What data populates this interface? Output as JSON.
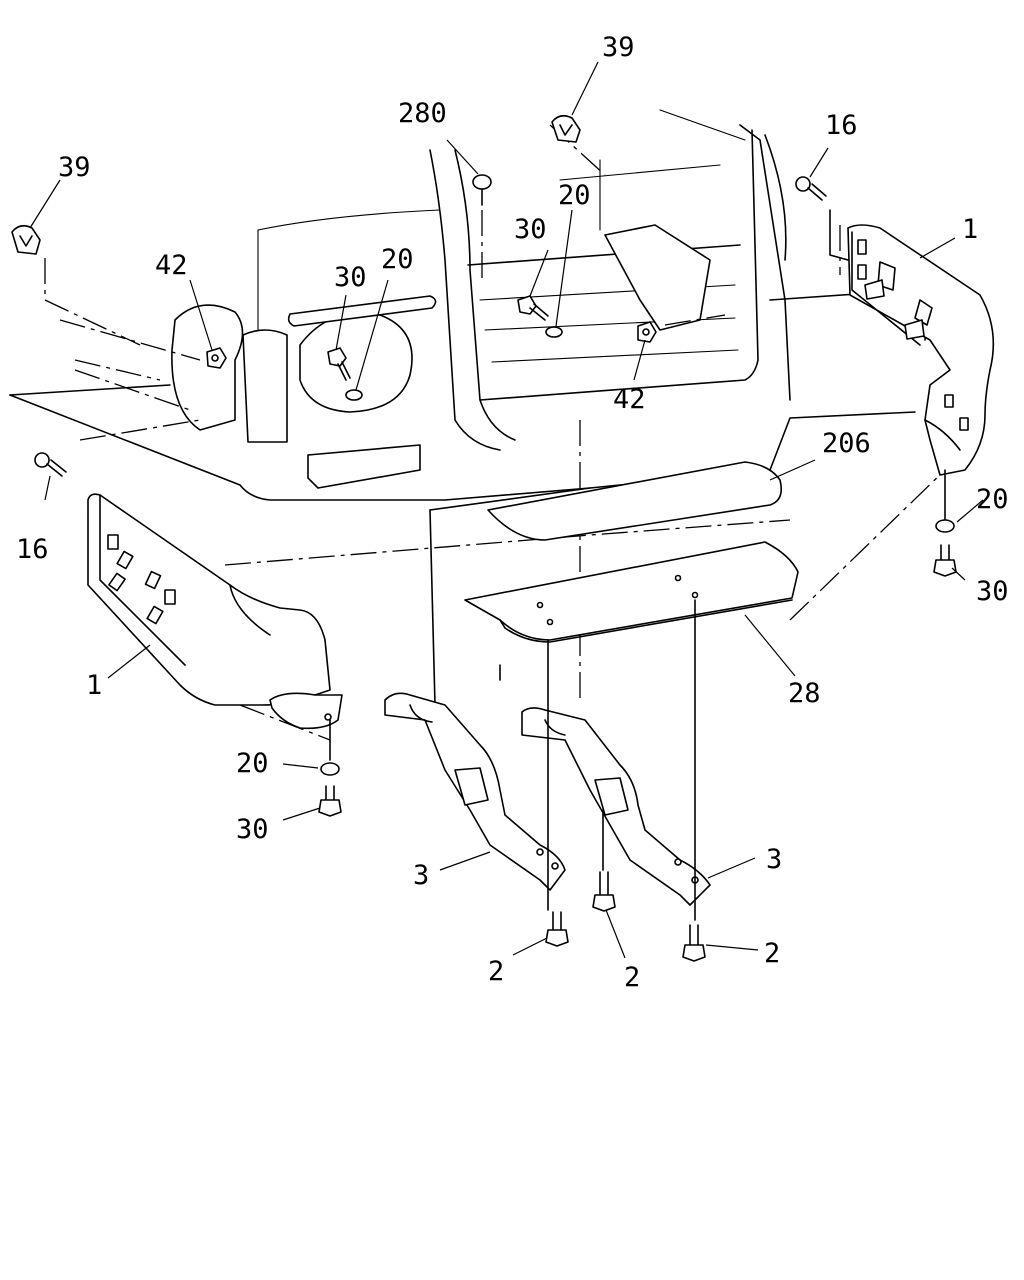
{
  "callouts": {
    "c280": "280",
    "c39_top": "39",
    "c39_left": "39",
    "c16_right": "16",
    "c16_left": "16",
    "c1_right": "1",
    "c1_left": "1",
    "c42_left": "42",
    "c42_mid": "42",
    "c30_left": "30",
    "c30_mid": "30",
    "c30_right": "30",
    "c30_bottom": "30",
    "c20_left": "20",
    "c20_mid": "20",
    "c20_right": "20",
    "c20_bottom": "20",
    "c206": "206",
    "c28": "28",
    "c3_left": "3",
    "c3_right": "3",
    "c2_left": "2",
    "c2_mid": "2",
    "c2_right": "2"
  }
}
